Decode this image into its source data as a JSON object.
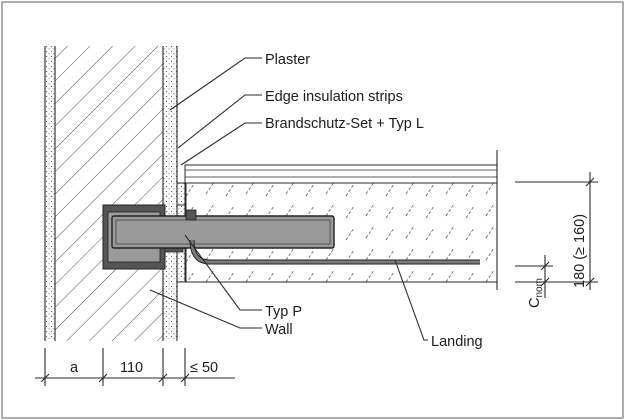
{
  "labels": {
    "plaster": "Plaster",
    "edge_insulation": "Edge insulation strips",
    "brandschutz": "Brandschutz-Set + Typ L",
    "typ_p": "Typ P",
    "wall": "Wall",
    "landing": "Landing"
  },
  "dimensions": {
    "a": "a",
    "wall_thickness": "110",
    "gap": "≤ 50",
    "slab_thickness": "180 (≥ 160)",
    "cover_main": "C",
    "cover_sub": "nom"
  },
  "colors": {
    "frame": "#8a8a8a",
    "line": "#2a2a2a",
    "hatch": "#3a3a3a",
    "element_dark": "#555555",
    "element_fill": "#9a9a9a",
    "rebar": "#7a7a7a"
  }
}
